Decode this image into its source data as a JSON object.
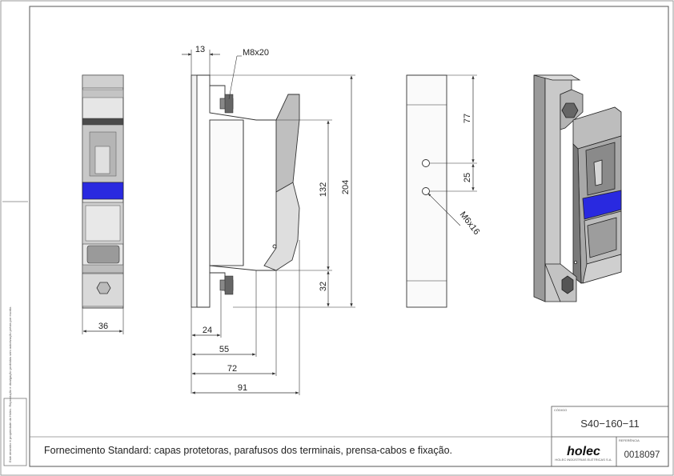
{
  "dimensions": {
    "top_gap": "13",
    "screw": "M8x20",
    "front_width": "36",
    "d24": "24",
    "d55": "55",
    "d72": "72",
    "d91": "91",
    "h132": "132",
    "h204": "204",
    "h32": "32",
    "h77": "77",
    "h25": "25",
    "hole": "M6x16"
  },
  "title_block": {
    "code_label": "CÓDIGO",
    "code": "S40−160−11",
    "brand": "holec",
    "brand_tagline": "HOLEC INDÚSTRIAS ELÉTRICAS S.A.",
    "ref_label": "REFERÊNCIA",
    "ref": "0018097"
  },
  "side_notice": "Este desenho é propriedade da Holec. Reprodução e divulgação proibidas sem autorização prévia por escrito.",
  "footer_note": "Fornecimento Standard: capas protetoras, parafusos dos terminais, prensa-cabos e fixação.",
  "colors": {
    "accent_blue": "#2929e0",
    "body_grey": "#b9b9b9",
    "dark_grey": "#5a5a5a",
    "line": "#333333"
  }
}
